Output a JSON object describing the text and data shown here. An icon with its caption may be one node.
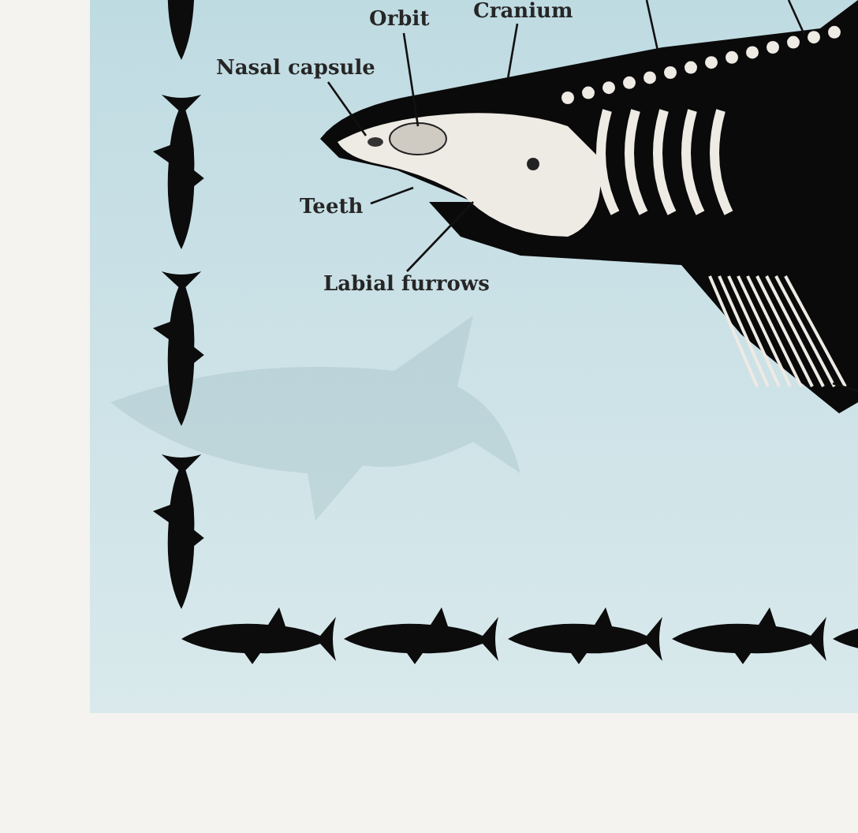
{
  "diagram": {
    "nodes": [
      {
        "text": [
          "Cranium"
        ]
      },
      {
        "text": [
          "Orbit"
        ]
      },
      {
        "text": [
          "Nasal capsule"
        ]
      },
      {
        "text": [
          "Teeth"
        ]
      },
      {
        "text": [
          "Labial furrows"
        ]
      }
    ],
    "edges": [
      {
        "from": 0,
        "to": null,
        "arrow": "none"
      },
      {
        "from": 1,
        "to": null,
        "arrow": "none"
      },
      {
        "from": 2,
        "to": null,
        "arrow": "none"
      },
      {
        "from": 3,
        "to": null,
        "arrow": "none"
      },
      {
        "from": 4,
        "to": null,
        "arrow": "none"
      }
    ]
  }
}
